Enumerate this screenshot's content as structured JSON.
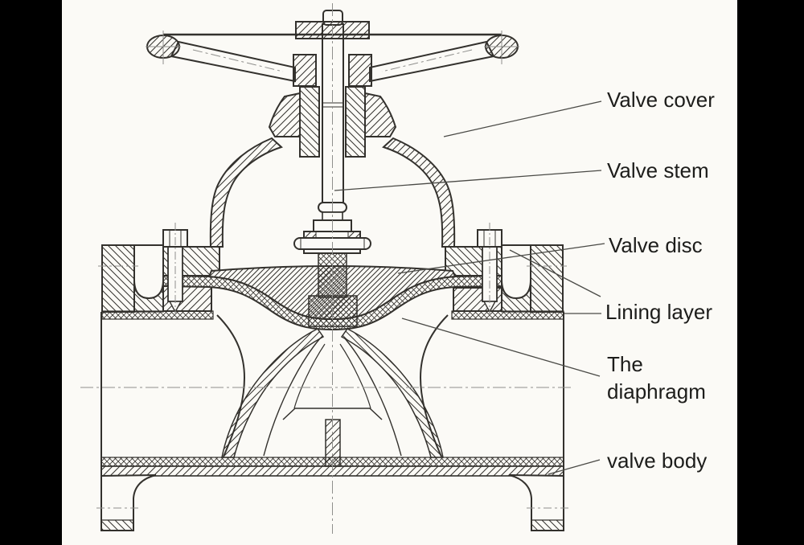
{
  "colors": {
    "backdrop": "#000000",
    "paper": "#fbfaf6",
    "ink": "#33312d",
    "centerline": "#8f8f8c",
    "leader": "#4a4a46",
    "label_ink": "#1d1d1b"
  },
  "figure": {
    "labels": {
      "valve_cover": "Valve cover",
      "valve_stem": "Valve stem",
      "valve_disc": "Valve disc",
      "lining_layer": "Lining layer",
      "diaphragm_line1": "The",
      "diaphragm_line2": "diaphragm",
      "valve_body": "valve body"
    }
  }
}
